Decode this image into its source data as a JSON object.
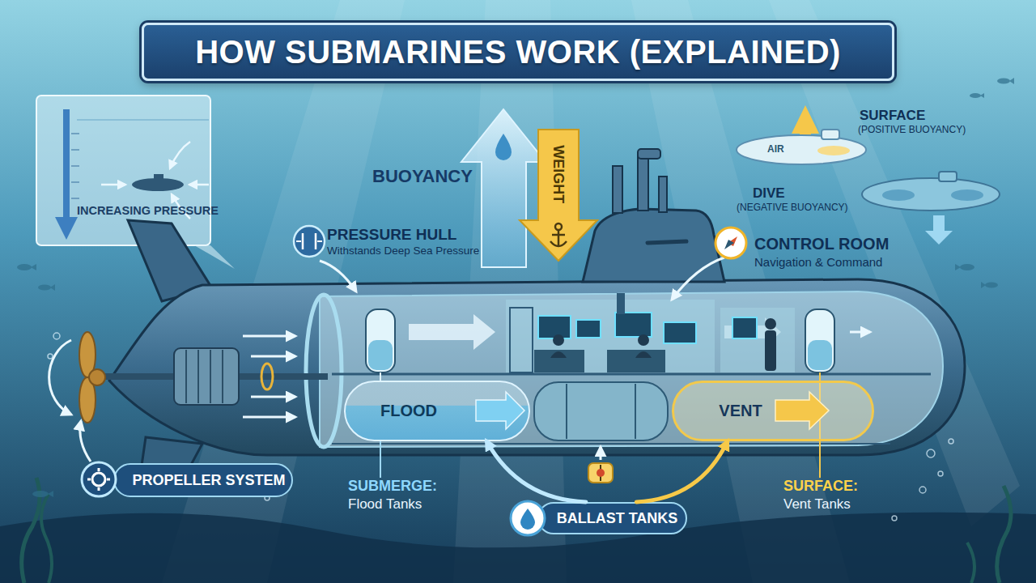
{
  "diagram": {
    "title": "HOW SUBMARINES WORK (EXPLAINED)",
    "nodes": [
      {
        "text": [
          "FLOOD"
        ]
      },
      {
        "text": [
          "VENT"
        ]
      },
      {
        "text": [
          "PROPELLER SYSTEM"
        ]
      },
      {
        "text": [
          "BALLAST TANKS"
        ]
      }
    ],
    "edges": [
      {
        "from": 3,
        "to": 0,
        "arrow": "to"
      },
      {
        "from": 3,
        "to": 1,
        "arrow": "to"
      }
    ],
    "labels": [
      "INCREASING PRESSURE",
      "BUOYANCY",
      "WEIGHT",
      "PRESSURE HULL",
      "Withstands Deep Sea Pressure",
      "CONTROL ROOM",
      "Navigation & Command",
      "SURFACE",
      "(POSITIVE BUOYANCY)",
      "AIR",
      "DIVE",
      "(NEGATIVE BUOYANCY)",
      "SUBMERGE:",
      "Flood Tanks",
      "SURFACE:",
      "Vent Tanks"
    ]
  }
}
